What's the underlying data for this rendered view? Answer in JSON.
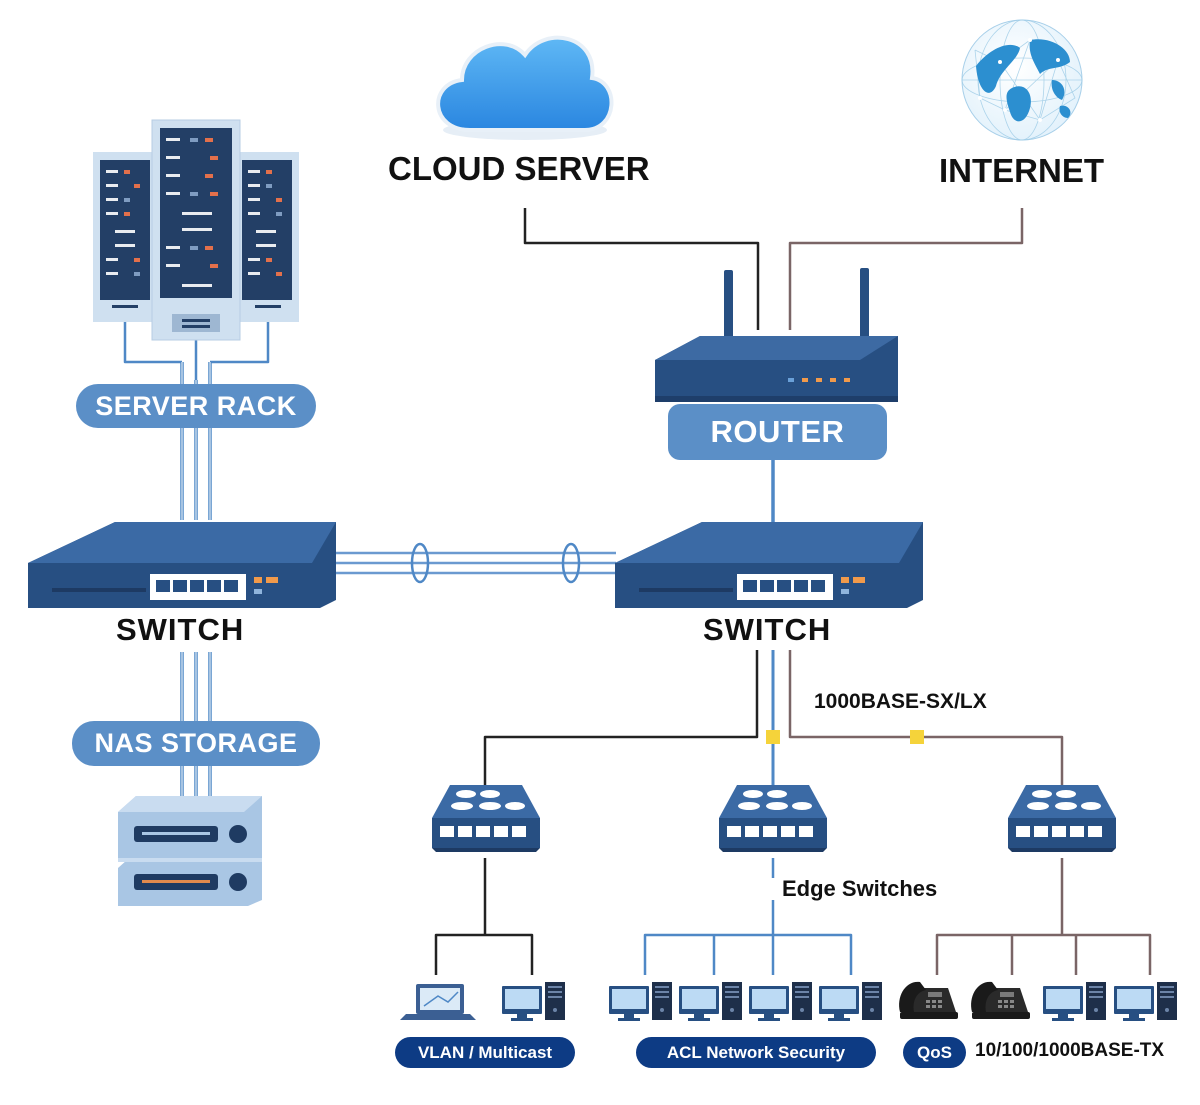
{
  "diagram": {
    "top": {
      "cloud_server": "CLOUD SERVER",
      "internet": "INTERNET"
    },
    "core": {
      "router": "ROUTER",
      "switch_left": "SWITCH",
      "switch_right": "SWITCH"
    },
    "left_side": {
      "server_rack": "SERVER RACK",
      "nas_storage": "NAS STORAGE"
    },
    "distribution": {
      "fiber_label": "1000BASE-SX/LX",
      "edge_label": "Edge Switches"
    },
    "features": {
      "vlan": "VLAN / Multicast",
      "acl": "ACL Network Security",
      "qos": "QoS",
      "copper_label": "10/100/1000BASE-TX"
    }
  },
  "colors": {
    "device_navy": "#274f82",
    "pill_light": "#5b8fc7",
    "pill_dark": "#0d3b84",
    "cloud_blue": "#3d9be9",
    "line_black": "#222222",
    "line_blue": "#4f88c6",
    "line_brown": "#7a6566",
    "fiber_marker": "#f5d33a"
  },
  "icons": [
    "cloud-icon",
    "globe-icon",
    "server-rack-icon",
    "router-icon",
    "switch-icon",
    "nas-storage-icon",
    "edge-switch-icon",
    "laptop-icon",
    "desktop-pc-icon",
    "ip-phone-icon"
  ]
}
